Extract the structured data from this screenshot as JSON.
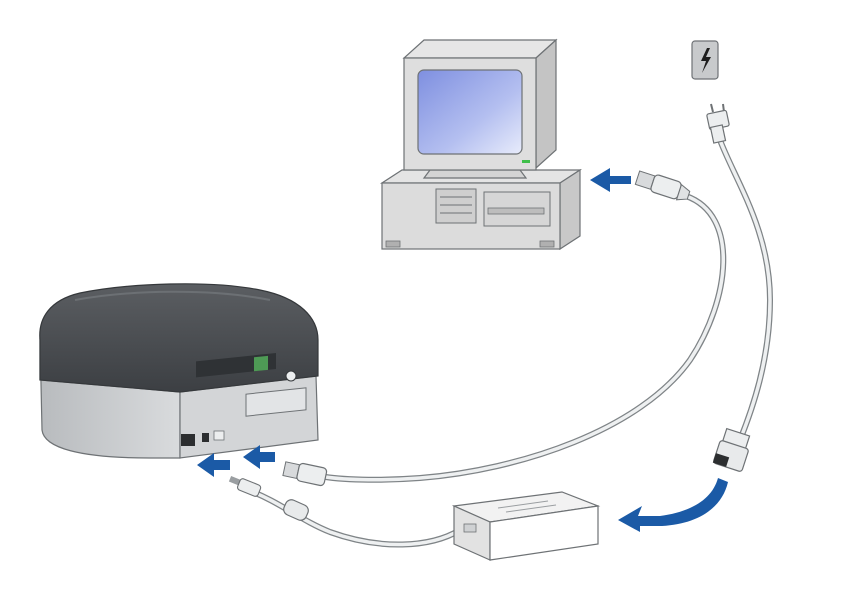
{
  "diagram": {
    "components": [
      {
        "id": "computer",
        "kind": "desktop-pc"
      },
      {
        "id": "wall-socket",
        "kind": "power-outlet",
        "icon": "lightning-icon"
      },
      {
        "id": "printer",
        "kind": "label-printer"
      },
      {
        "id": "power-adapter",
        "kind": "ac-adapter"
      },
      {
        "id": "usb-cable",
        "kind": "usb-cable"
      },
      {
        "id": "mains-cable",
        "kind": "power-cord"
      }
    ],
    "connections": [
      {
        "from": "usb-cable",
        "to": "computer"
      },
      {
        "from": "usb-cable",
        "to": "printer"
      },
      {
        "from": "power-adapter",
        "to": "printer"
      },
      {
        "from": "mains-cable",
        "to": "power-adapter"
      },
      {
        "from": "mains-cable",
        "to": "wall-socket"
      }
    ]
  },
  "colors": {
    "arrow": "#1b5aa6",
    "cable": "#bfc4c7",
    "printer_body": "#c9cbcd",
    "printer_lid": "#4c4f53",
    "monitor_screen": "#9aa9e6",
    "device_beige": "#dcdcdc",
    "outline": "#6e7275"
  }
}
